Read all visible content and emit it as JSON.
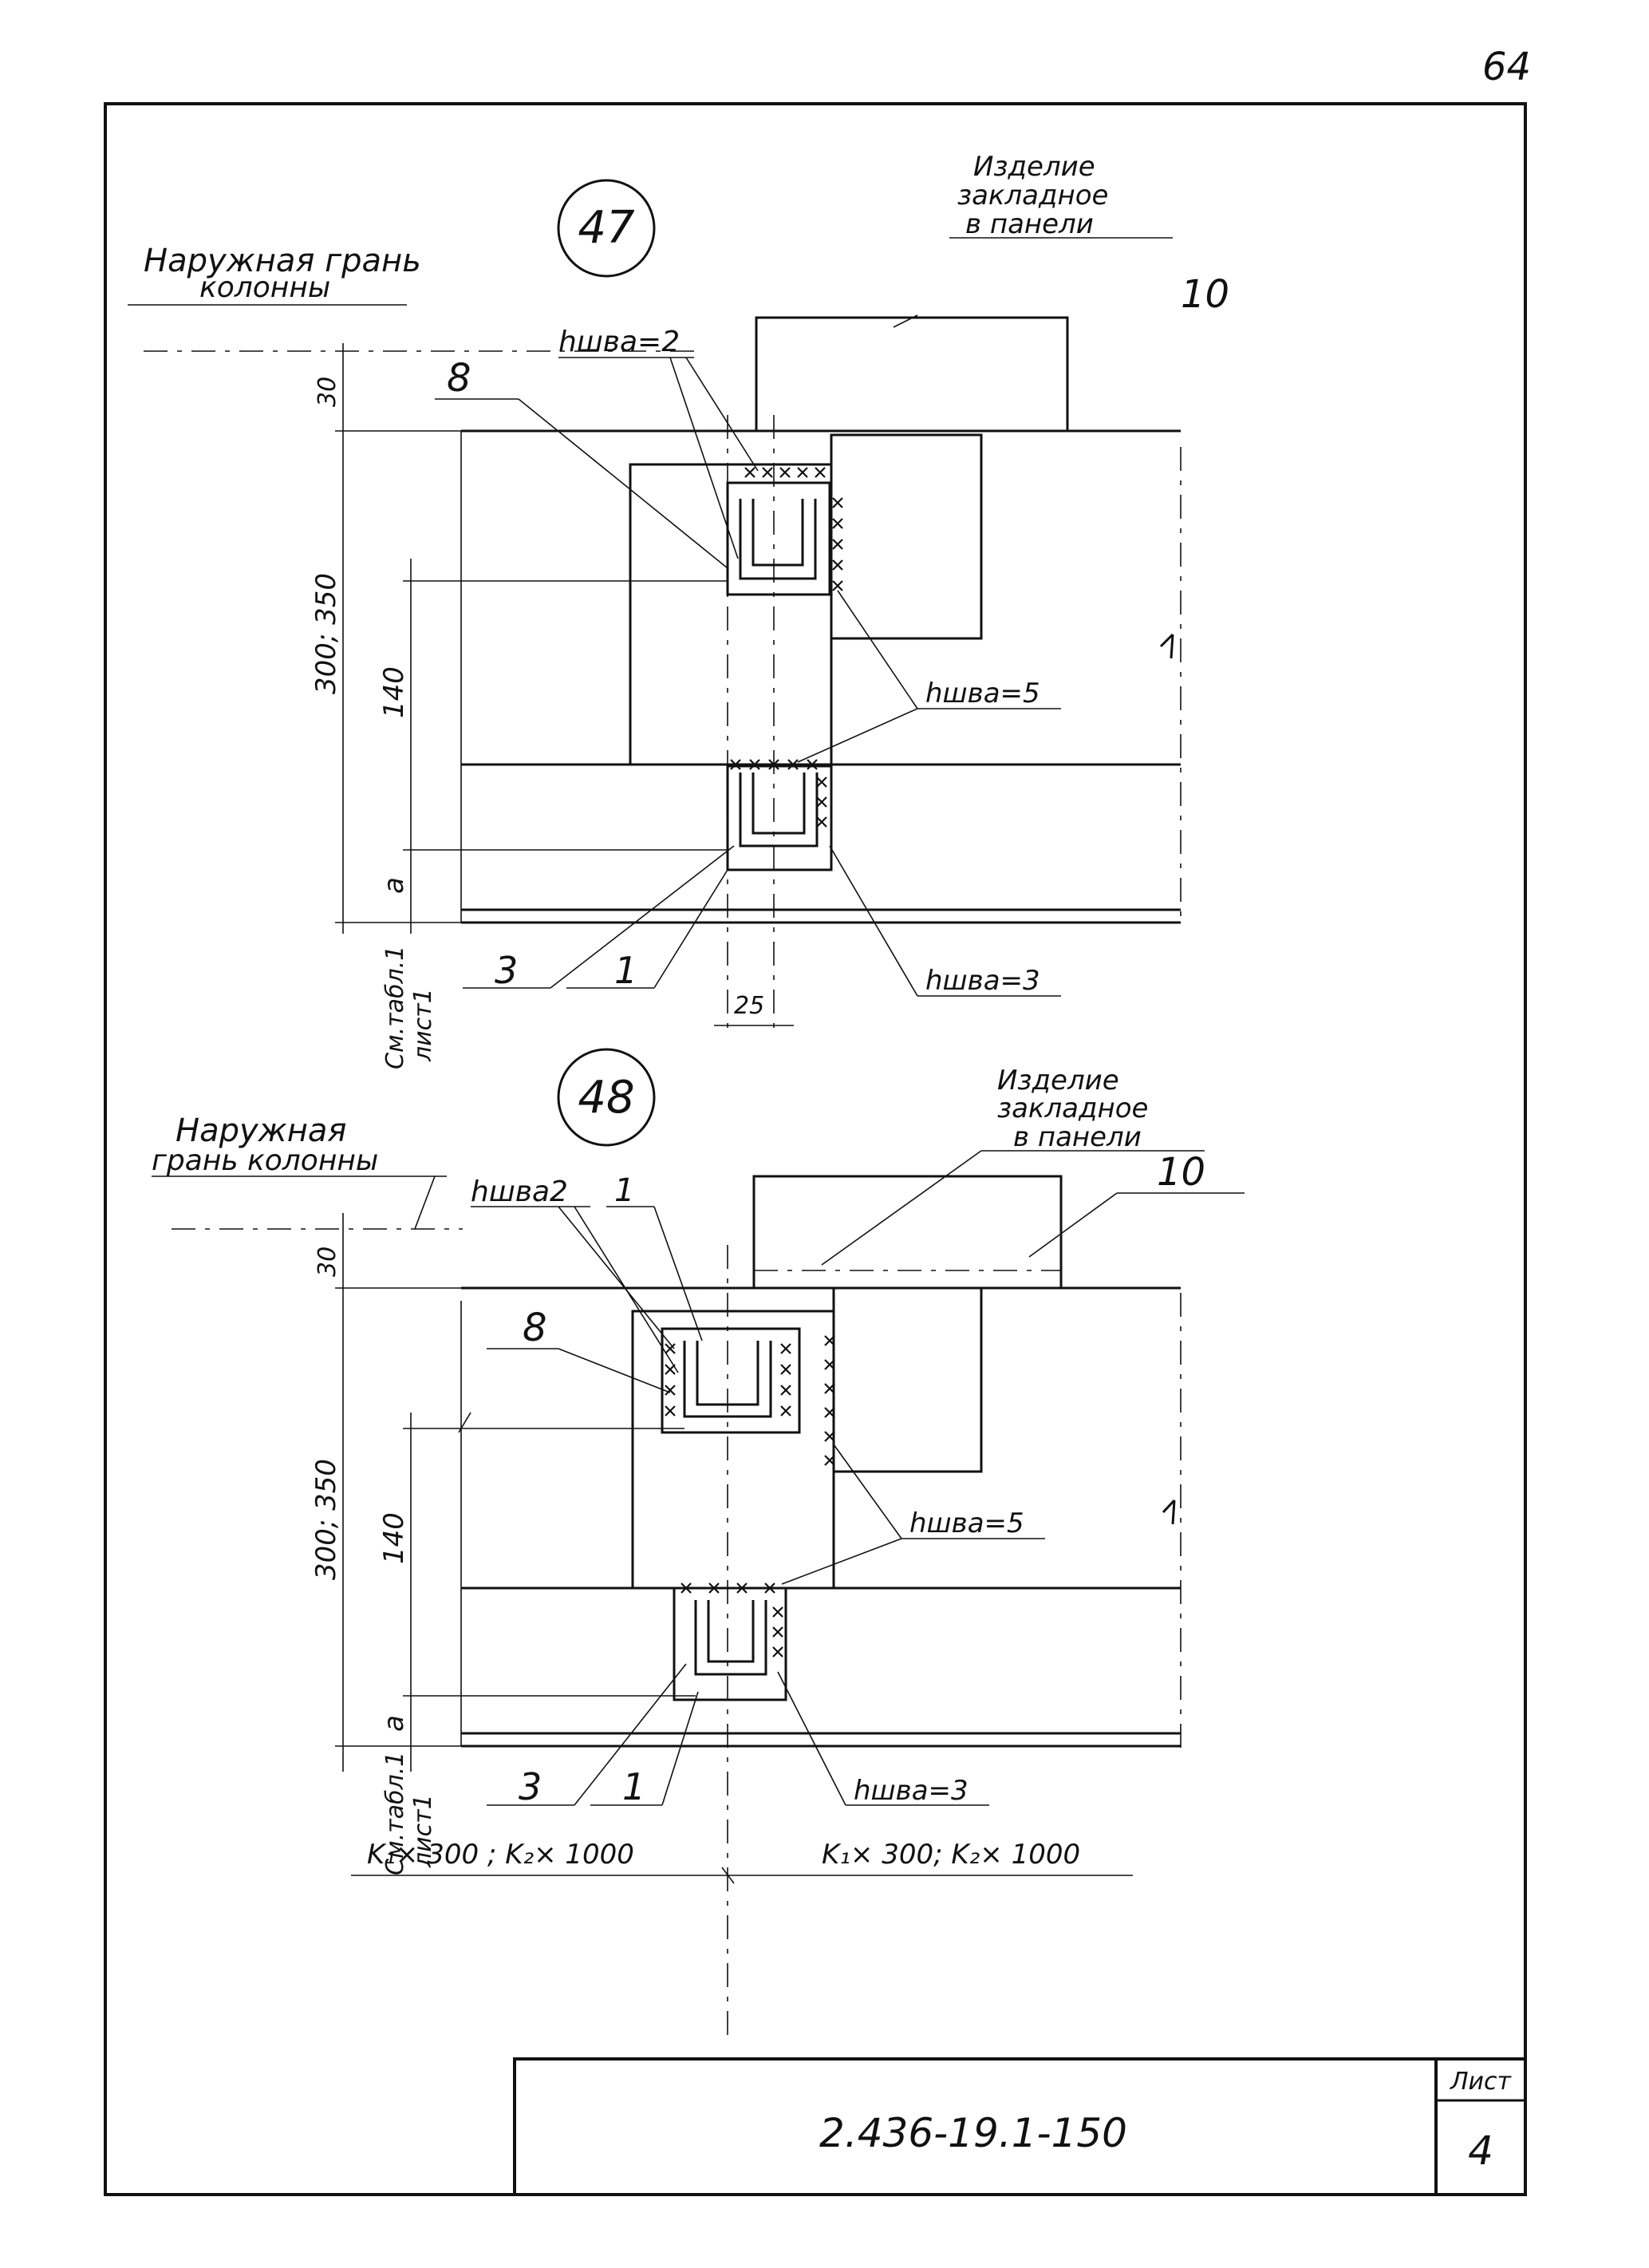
{
  "sheet": {
    "page_number": "64",
    "designation": "2.436-19.1-150",
    "sheet_label": "Лист",
    "sheet_number": "4"
  },
  "detail_47": {
    "marker": "47",
    "outer_face_label": [
      "Наружная грань",
      "колонны"
    ],
    "embedded_label": [
      "Изделие",
      "закладное",
      "в панели"
    ],
    "ref_10": "10",
    "ref_8": "8",
    "weld_2": "hшва=2",
    "weld_5": "hшва=5",
    "weld_3": "hшва=3",
    "ref_3": "3",
    "ref_1": "1",
    "dim_30": "30",
    "dim_300_350": "300; 350",
    "dim_140": "140",
    "dim_a": "a",
    "dim_25": "25",
    "see_table": [
      "См.табл.1",
      "лист1"
    ]
  },
  "detail_48": {
    "marker": "48",
    "outer_face_label": [
      "Наружная",
      "грань колонны"
    ],
    "embedded_label": [
      "Изделие",
      "закладное",
      "в панели"
    ],
    "ref_10": "10",
    "ref_8": "8",
    "ref_1_top": "1",
    "weld_2": "hшва2",
    "weld_5": "hшва=5",
    "weld_3": "hшва=3",
    "ref_3": "3",
    "ref_1": "1",
    "dim_30": "30",
    "dim_300_350": "300; 350",
    "dim_140": "140",
    "dim_a": "a",
    "see_table": [
      "См.табл.1",
      "лист1"
    ]
  },
  "scales": {
    "left": "K₁× 300 ; K₂× 1000",
    "right": "K₁× 300; K₂× 1000"
  }
}
